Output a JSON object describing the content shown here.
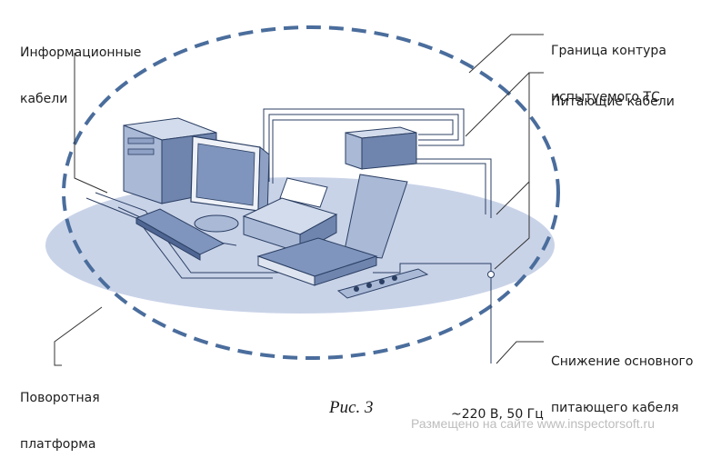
{
  "labels": {
    "info_cables": [
      "Информационные",
      "кабели"
    ],
    "boundary": [
      "Граница контура",
      "испытуемого ТС"
    ],
    "power_cables": [
      "Питающие кабели"
    ],
    "turntable": [
      "Поворотная",
      "платформа"
    ],
    "main_cable_drop": [
      "Снижение основного",
      "питающего кабеля"
    ],
    "voltage": [
      "~220 В, 50 Гц"
    ]
  },
  "caption": "Рис. 3",
  "watermark": "Размещено на сайте www.inspectorsoft.ru",
  "colors": {
    "platform": "#c9d3e8",
    "boundary": "#4a6d9c",
    "device_fill": "#a9b9d6",
    "device_dark": "#6f85ae",
    "line": "#2b3f63"
  }
}
